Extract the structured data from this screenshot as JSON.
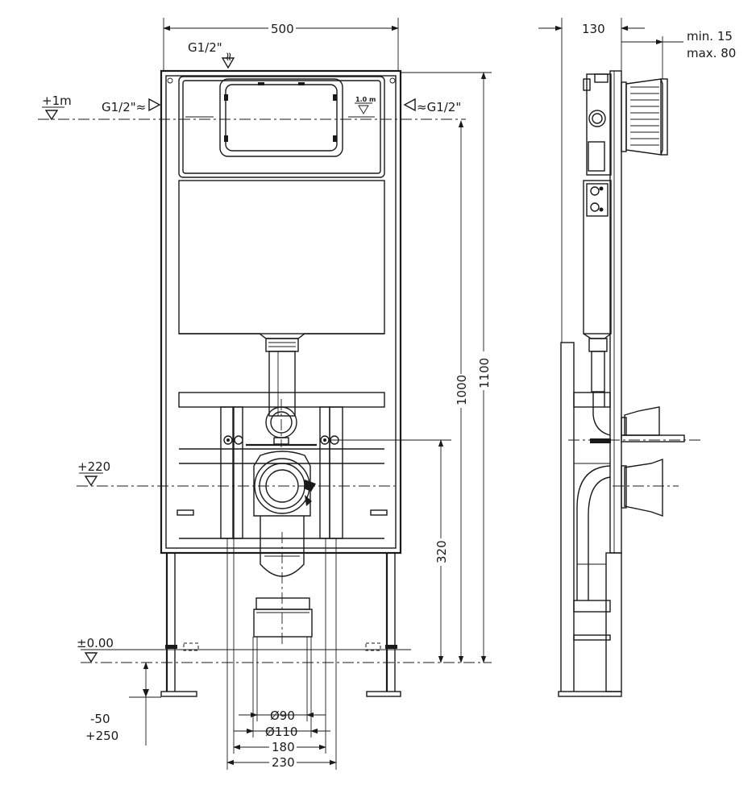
{
  "front_view": {
    "width_label": "500",
    "top_inlet_label": "G1/2\"",
    "top_inlet_symbol": "≈",
    "side_inlet_left_label": "G1/2\"≈",
    "side_inlet_right_label": "≈G1/2\"",
    "cistern_level_label": "1.0 m",
    "level_1m_label": "+1m",
    "level_220_label": "+220",
    "level_zero_label": "±0.00",
    "floor_adjust_low_label": "-50",
    "floor_adjust_high_label": "+250",
    "height_1000_label": "1000",
    "height_1100_label": "1100",
    "height_320_label": "320",
    "dia_90_label": "Ø90",
    "dia_110_label": "Ø110",
    "width_180_label": "180",
    "width_230_label": "230"
  },
  "side_view": {
    "depth_label": "130",
    "wall_min_label": "min. 15",
    "wall_max_label": "max. 80"
  }
}
